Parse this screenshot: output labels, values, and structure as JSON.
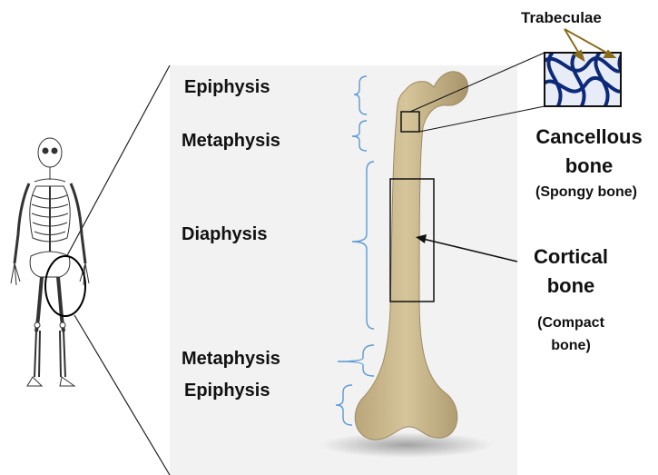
{
  "diagram": {
    "bone_regions": {
      "epiphysis_top": "Epiphysis",
      "metaphysis_top": "Metaphysis",
      "diaphysis": "Diaphysis",
      "metaphysis_bottom": "Metaphysis",
      "epiphysis_bottom": "Epiphysis"
    },
    "trabeculae_label": "Trabeculae",
    "cancellous": {
      "line1": "Cancellous",
      "line2": "bone",
      "alt": "(Spongy bone)"
    },
    "cortical": {
      "line1": "Cortical",
      "line2": "bone",
      "alt1": "(Compact",
      "alt2": "bone)"
    },
    "colors": {
      "bone_fill": "#cdbb8e",
      "bone_shadow": "#a8946a",
      "bracket": "#5b9bd5",
      "panel_bg": "#f2f2f2",
      "trabeculae_fill": "#0d2a7a",
      "trabeculae_arrow": "#8a6d1c"
    }
  }
}
